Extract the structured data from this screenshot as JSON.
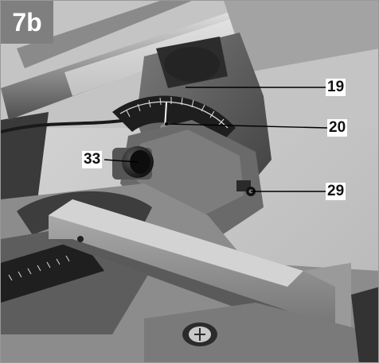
{
  "figure": {
    "badge": "7b",
    "callouts": {
      "c19": "19",
      "c20": "20",
      "c33": "33",
      "c29": "29"
    }
  }
}
